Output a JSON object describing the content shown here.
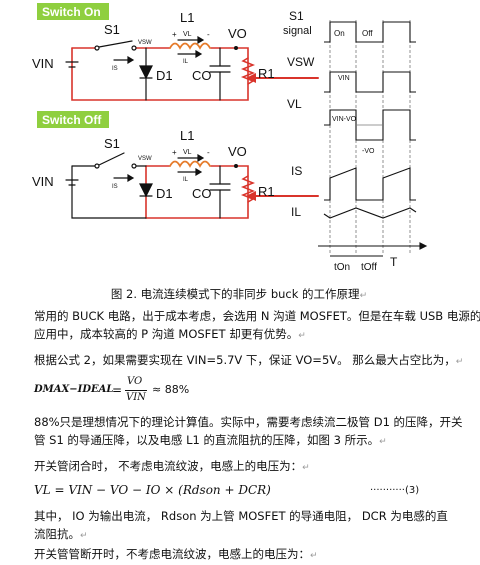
{
  "diagram": {
    "switch_on_label": "Switch On",
    "switch_off_label": "Switch Off",
    "on": {
      "s1": "S1",
      "l1": "L1",
      "vl_plus": "+",
      "vl": "VL",
      "vl_minus": "-",
      "vsw": "VSW",
      "il": "IL",
      "vo": "VO",
      "vin": "VIN",
      "is": "IS",
      "d1": "D1",
      "co": "CO",
      "r1": "R1"
    },
    "off": {
      "s1": "S1",
      "l1": "L1",
      "vl_plus": "+",
      "vl": "VL",
      "vl_minus": "-",
      "vsw": "VSW",
      "il": "IL",
      "vo": "VO",
      "vin": "VIN",
      "is": "IS",
      "d1": "D1",
      "co": "CO",
      "r1": "R1"
    },
    "waveforms": {
      "s1_signal_line1": "S1",
      "s1_signal_line2": "signal",
      "on_label": "On",
      "off_label": "Off",
      "vsw_label": "VSW",
      "vin_level": "VIN",
      "vl_label": "VL",
      "vl_on_level": "VIN-VO",
      "vl_off_level": "-VO",
      "is_label": "IS",
      "il_label": "IL",
      "ton": "tOn",
      "toff": "tOff",
      "period": "T"
    },
    "colors": {
      "header_green": "#8fcf3f",
      "wire_red": "#d9342b",
      "arrow_red": "#d9342b",
      "inductor_orange": "#e57a2a"
    }
  },
  "caption": "图 2. 电流连续模式下的非同步 buck 的工作原理",
  "paragraphs": {
    "p1_line1": "常用的 BUCK 电路，出于成本考虑，会选用 N 沟道 MOSFET。但是在车载 USB 电源的",
    "p1_line2": "应用中，成本较高的 P 沟道 MOSFET 却更有优势。",
    "p2": "根据公式 2，如果需要实现在 VIN=5.7V 下，保证 VO=5V。 那么最大占空比为，",
    "eq1_lhs": "DMAX−IDEAL",
    "eq1_num": "VO",
    "eq1_den": "VIN",
    "eq1_result": "≈ 88%",
    "p3_line1": "88%只是理想情况下的理论计算值。实际中，需要考虑续流二极管 D1 的压降，开关",
    "p3_line2": "管 S1 的导通压降，以及电感 L1 的直流阻抗的压降，如图 3 所示。",
    "p4": "开关管闭合时，  不考虑电流纹波，电感上的电压为：",
    "eq3": "VL = VIN − VO − IO × (Rdson + DCR)",
    "eq3_number": "···········(3)",
    "p5_line1": "其中，  IO 为输出电流，  Rdson 为上管 MOSFET 的导通电阻，  DCR 为电感的直",
    "p5_line2": "流阻抗。",
    "p6": "开关管管断开时，不考虑电流纹波，电感上的电压为："
  }
}
